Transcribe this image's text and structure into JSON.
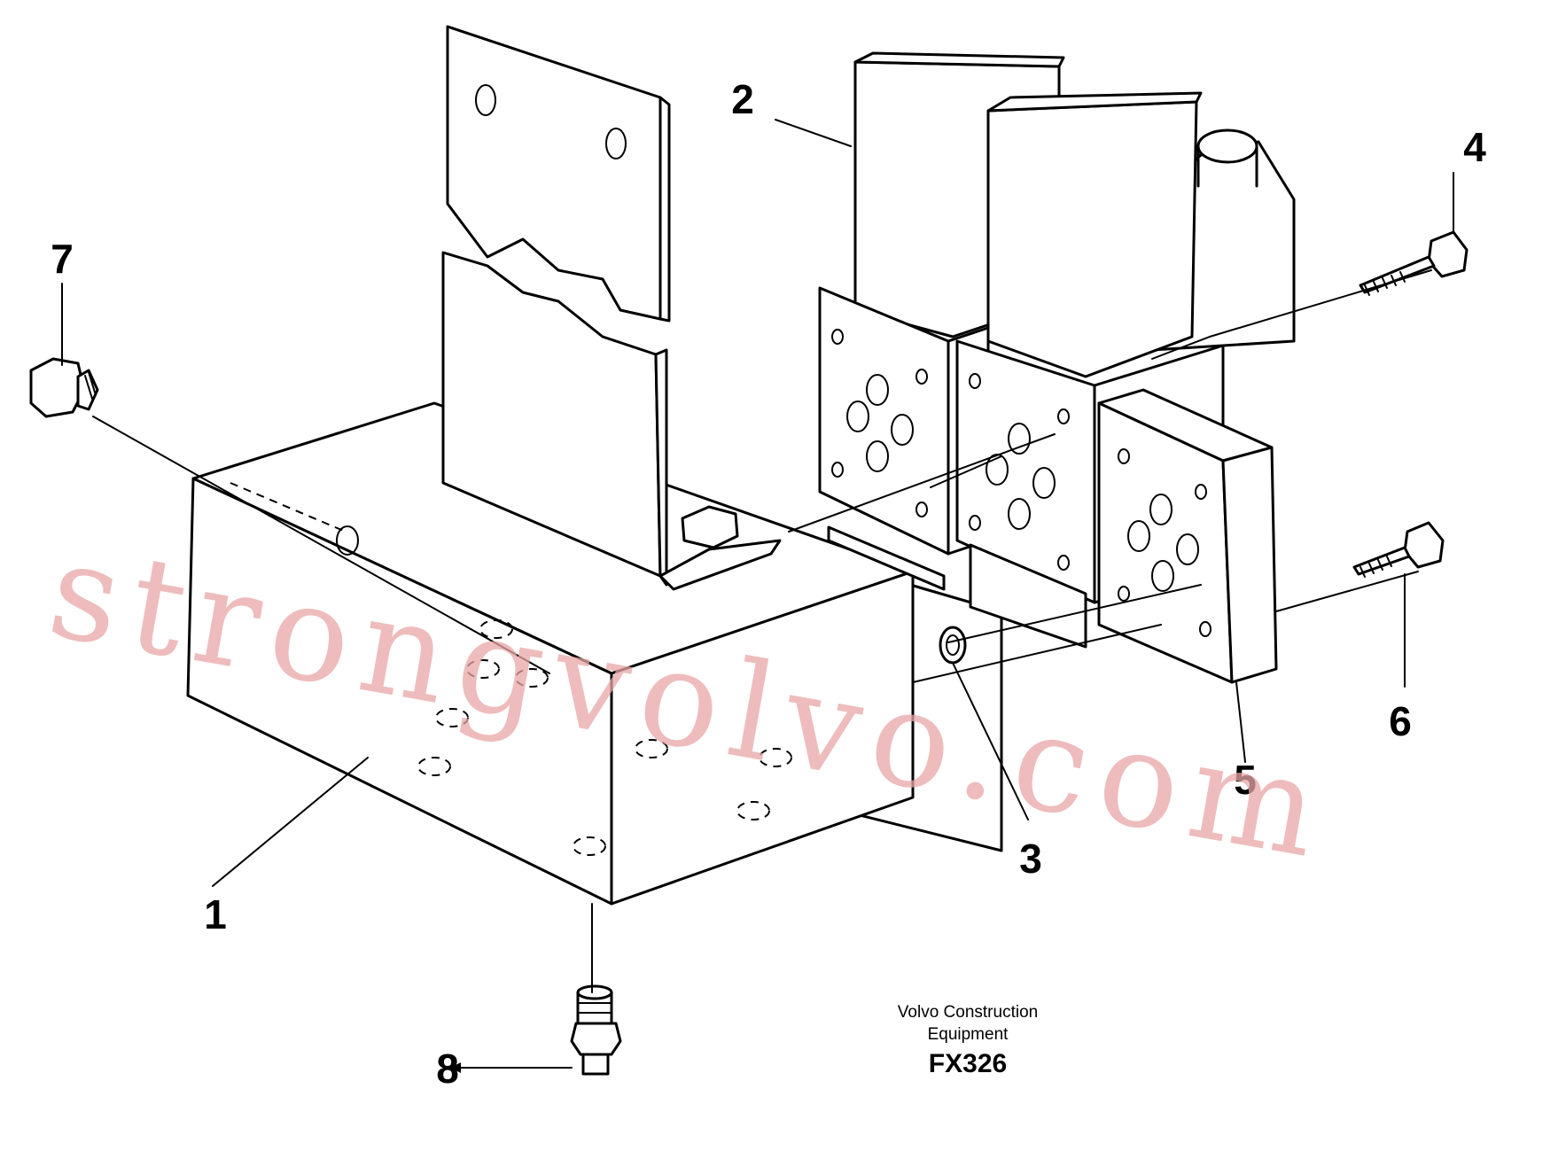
{
  "callouts": {
    "c1": "1",
    "c2": "2",
    "c3": "3",
    "c4": "4",
    "c5": "5",
    "c6": "6",
    "c7": "7",
    "c8": "8"
  },
  "caption": {
    "line1": "Volvo Construction",
    "line2": "Equipment",
    "code": "FX326"
  },
  "watermark": "strongvolvo.com"
}
